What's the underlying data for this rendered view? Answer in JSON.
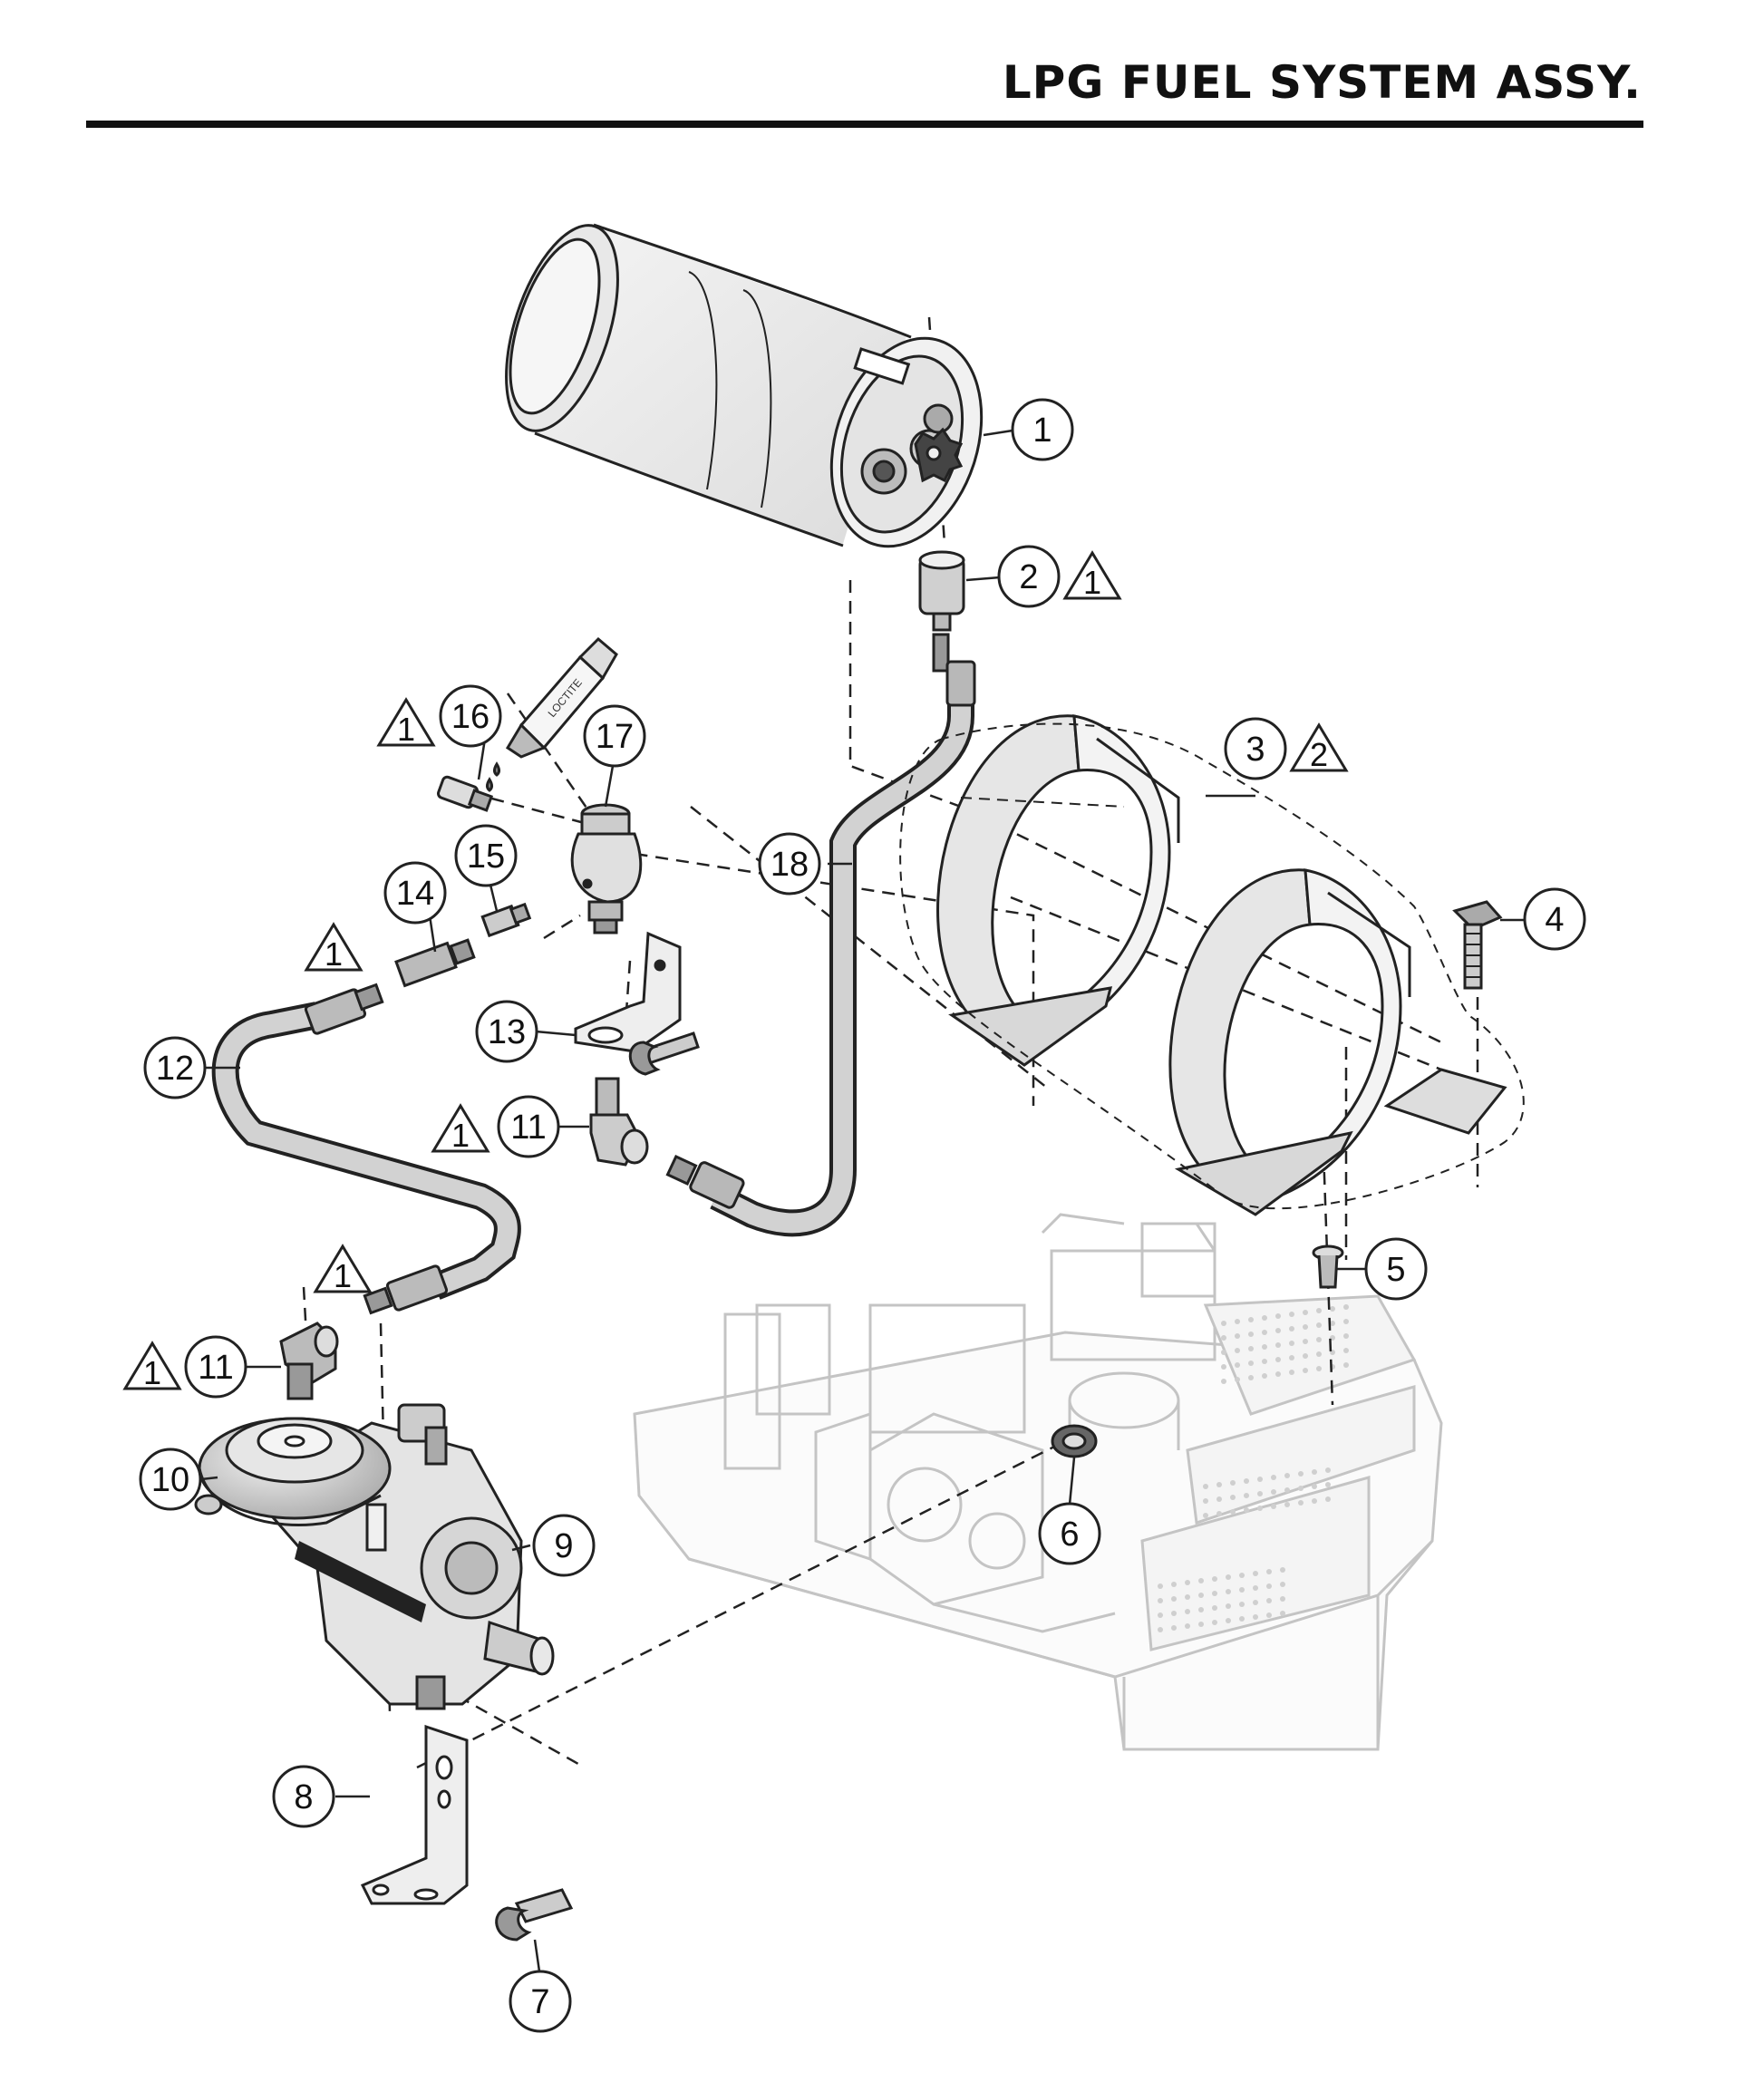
{
  "page": {
    "title": "LPG FUEL SYSTEM ASSY."
  },
  "decals": {
    "tube_label": "LOCTITE"
  },
  "callouts": [
    {
      "num": "1",
      "tri": ""
    },
    {
      "num": "2",
      "tri": "1"
    },
    {
      "num": "3",
      "tri": "2"
    },
    {
      "num": "4",
      "tri": ""
    },
    {
      "num": "5",
      "tri": ""
    },
    {
      "num": "6",
      "tri": ""
    },
    {
      "num": "7",
      "tri": ""
    },
    {
      "num": "8",
      "tri": ""
    },
    {
      "num": "9",
      "tri": ""
    },
    {
      "num": "10",
      "tri": ""
    },
    {
      "num": "11",
      "tri": "1"
    },
    {
      "num": "11",
      "tri": "1"
    },
    {
      "num": "12",
      "tri": ""
    },
    {
      "num": "13",
      "tri": ""
    },
    {
      "num": "14",
      "tri": ""
    },
    {
      "num": "15",
      "tri": ""
    },
    {
      "num": "16",
      "tri": "1"
    },
    {
      "num": "17",
      "tri": ""
    },
    {
      "num": "18",
      "tri": ""
    }
  ],
  "notes": [
    {
      "num": "1"
    },
    {
      "num": "1"
    },
    {
      "num": "1"
    }
  ]
}
